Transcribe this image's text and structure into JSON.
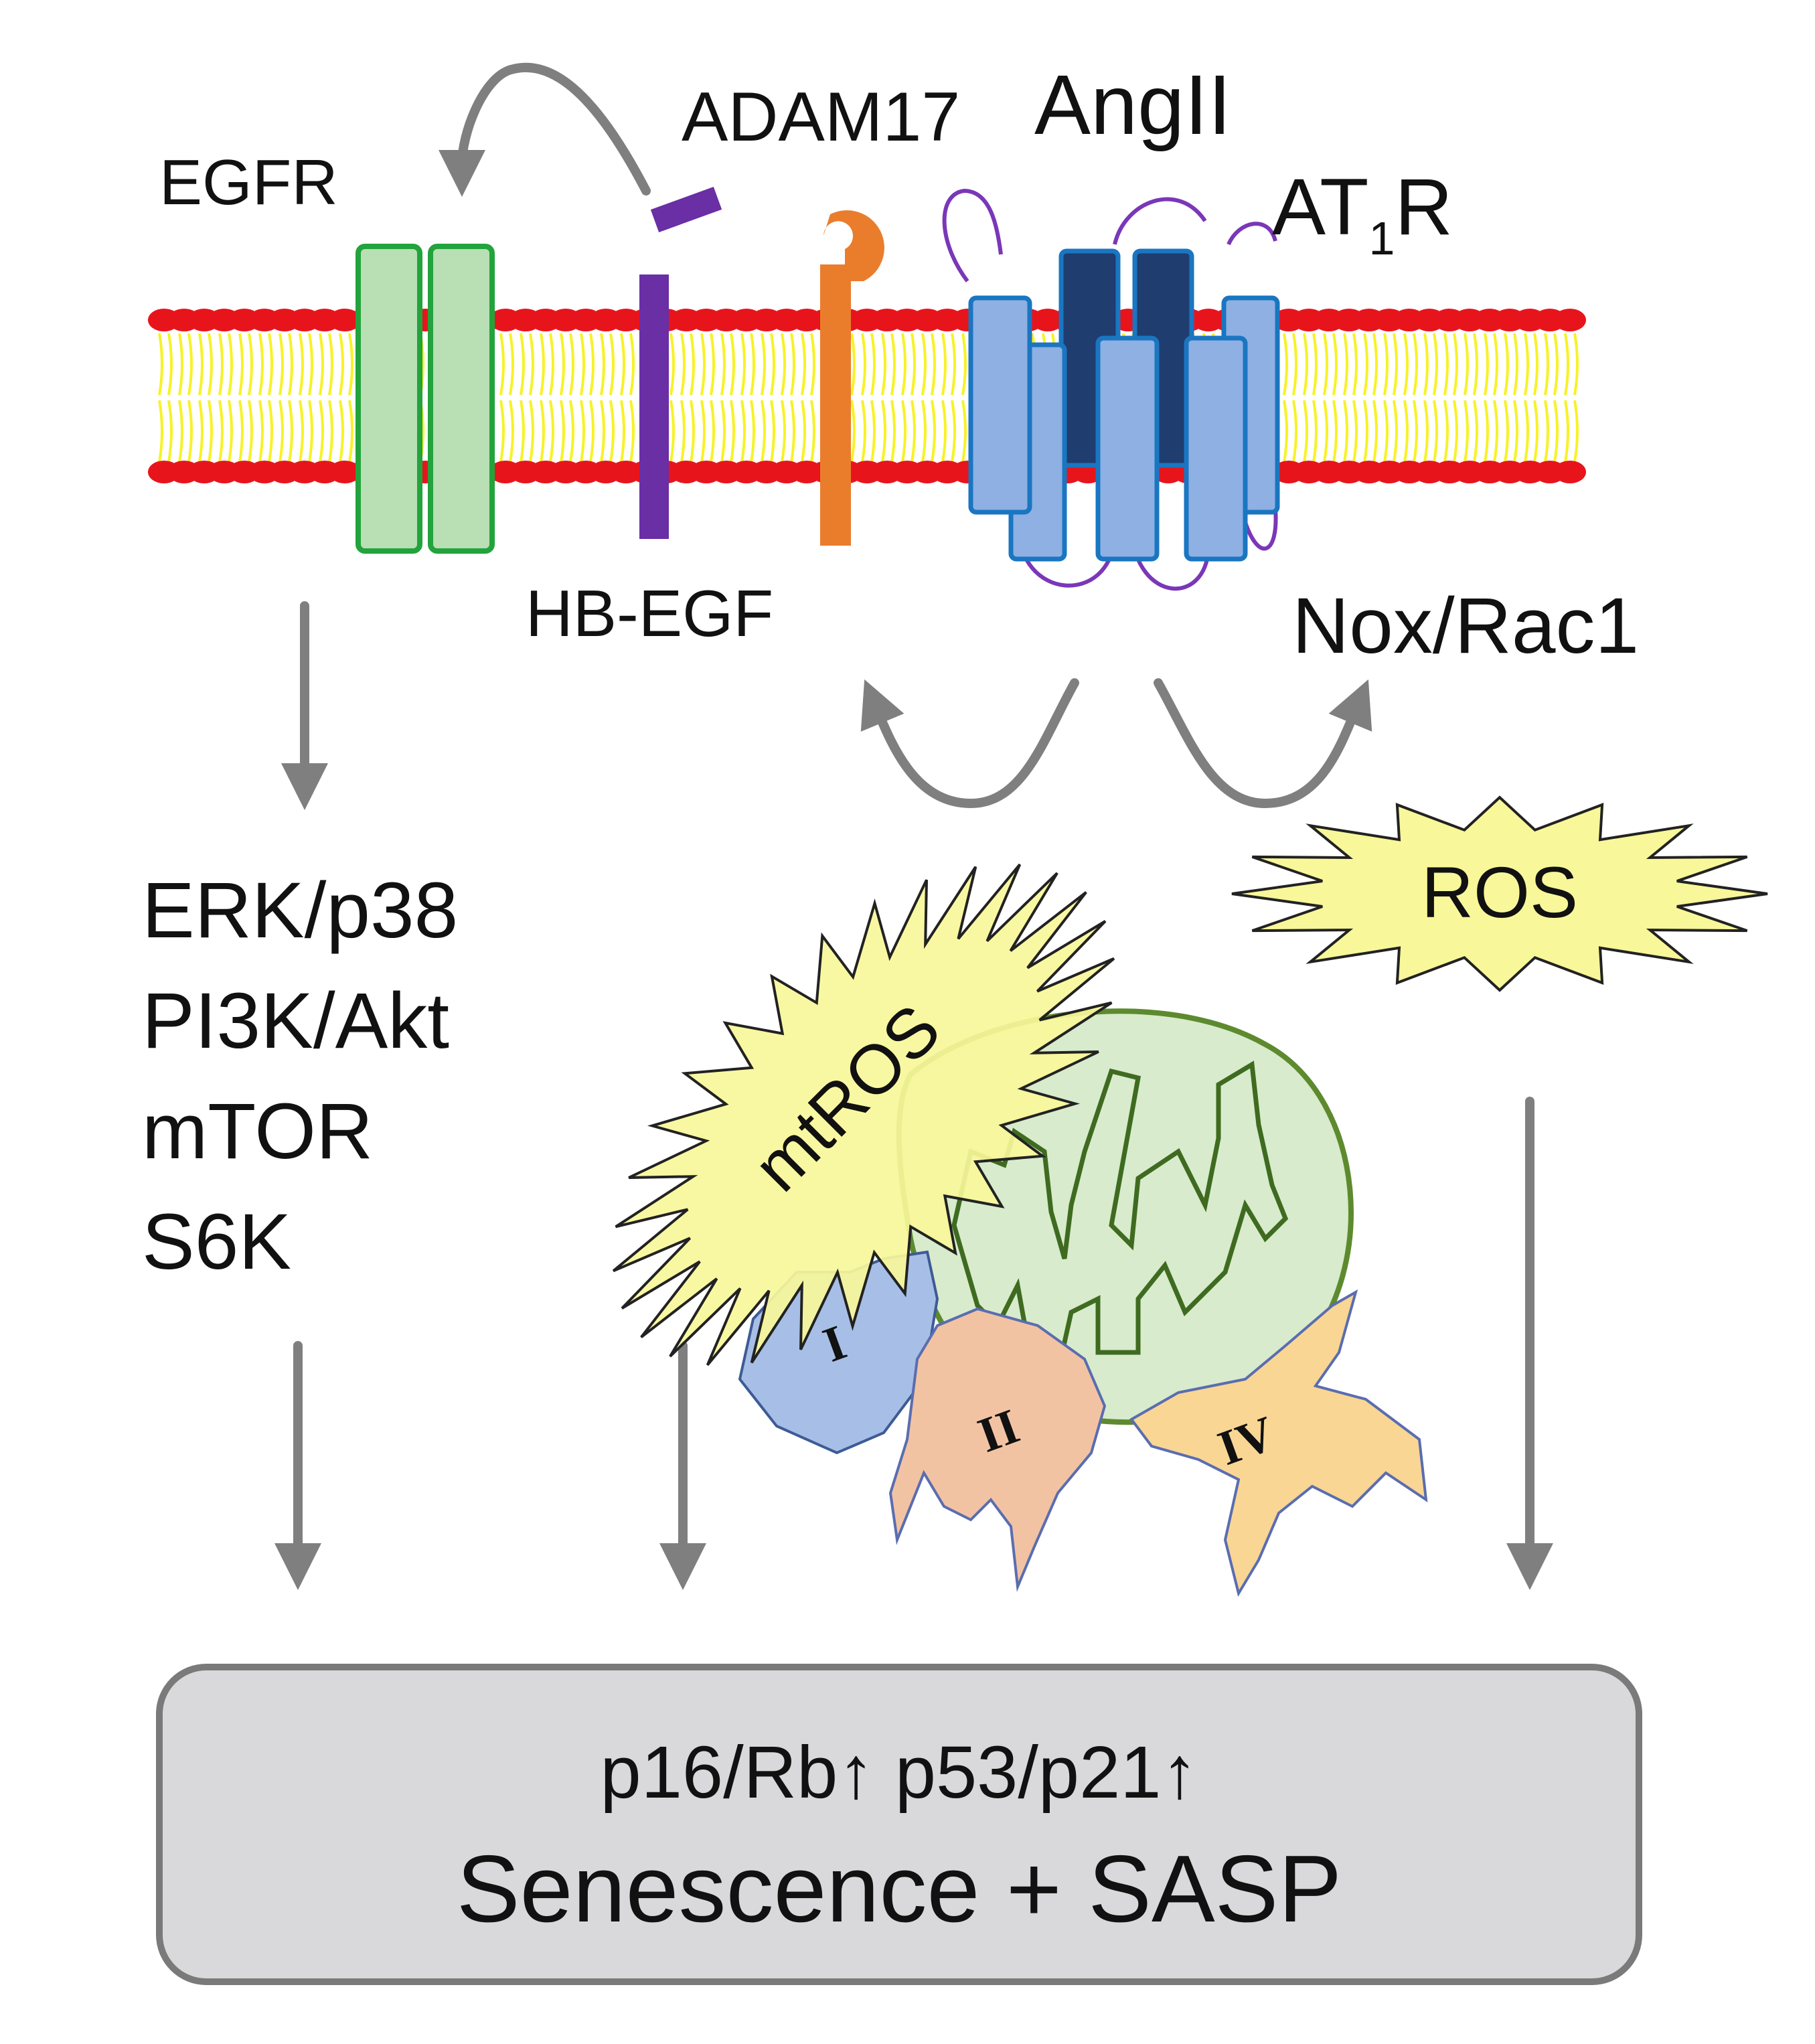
{
  "labels": {
    "egfr": "EGFR",
    "adam17": "ADAM17",
    "angii": "AngII",
    "at1r_main": "AT",
    "at1r_sub": "1",
    "at1r_end": "R",
    "hbegf": "HB-EGF",
    "nox_rac1": "Nox/Rac1",
    "ros": "ROS",
    "mtros": "mtROS",
    "complex_1": "I",
    "complex_2": "II",
    "complex_4": "IV"
  },
  "pathway_list": [
    "ERK/p38",
    "PI3K/Akt",
    "mTOR",
    "S6K"
  ],
  "outcome": {
    "markers": "p16/Rb↑ p53/p21↑",
    "result": "Senescence + SASP"
  },
  "colors": {
    "lipid_head": "#e8141c",
    "lipid_tail": "#f7f227",
    "egfr_fill": "#b9dfb4",
    "egfr_stroke": "#22a33c",
    "hbegf": "#6a2ea5",
    "adam17": "#ea7d2c",
    "at1r_light": "#8eb0e3",
    "at1r_dark": "#1f3d6e",
    "at1r_stroke": "#1a76c1",
    "loop": "#7a37b8",
    "arrow": "#7f7f7f",
    "ros_fill": "#f8f79a",
    "mito_fill": "#d8ebcc",
    "mito_stroke": "#5d8a2e",
    "complex1": "#a7bfe6",
    "complex2": "#f2c3a3",
    "complex4": "#f9d694",
    "outcome_box": "#d9d9db"
  }
}
